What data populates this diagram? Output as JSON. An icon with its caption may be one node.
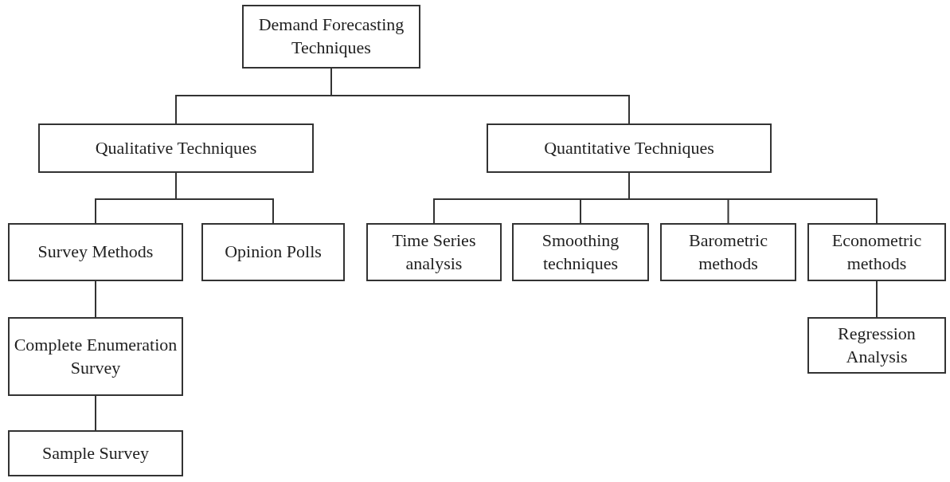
{
  "diagram": {
    "nodes": [
      {
        "text": [
          "Demand Forecasting Techniques"
        ]
      },
      {
        "text": [
          "Qualitative Techniques"
        ]
      },
      {
        "text": [
          "Quantitative Techniques"
        ]
      },
      {
        "text": [
          "Survey Methods"
        ]
      },
      {
        "text": [
          "Opinion Polls"
        ]
      },
      {
        "text": [
          "Time Series analysis"
        ]
      },
      {
        "text": [
          "Smoothing techniques"
        ]
      },
      {
        "text": [
          "Barometric methods"
        ]
      },
      {
        "text": [
          "Econometric methods"
        ]
      },
      {
        "text": [
          "Complete Enumeration Survey"
        ]
      },
      {
        "text": [
          "Sample Survey"
        ]
      },
      {
        "text": [
          "Regression Analysis"
        ]
      }
    ],
    "edges": [
      {
        "from": 0,
        "to": 1,
        "arrow": "none"
      },
      {
        "from": 0,
        "to": 2,
        "arrow": "none"
      },
      {
        "from": 1,
        "to": 3,
        "arrow": "none"
      },
      {
        "from": 1,
        "to": 4,
        "arrow": "none"
      },
      {
        "from": 2,
        "to": 5,
        "arrow": "none"
      },
      {
        "from": 2,
        "to": 6,
        "arrow": "none"
      },
      {
        "from": 2,
        "to": 7,
        "arrow": "none"
      },
      {
        "from": 2,
        "to": 8,
        "arrow": "none"
      },
      {
        "from": 3,
        "to": 9,
        "arrow": "none"
      },
      {
        "from": 9,
        "to": 10,
        "arrow": "none"
      },
      {
        "from": 8,
        "to": 11,
        "arrow": "none"
      }
    ]
  }
}
